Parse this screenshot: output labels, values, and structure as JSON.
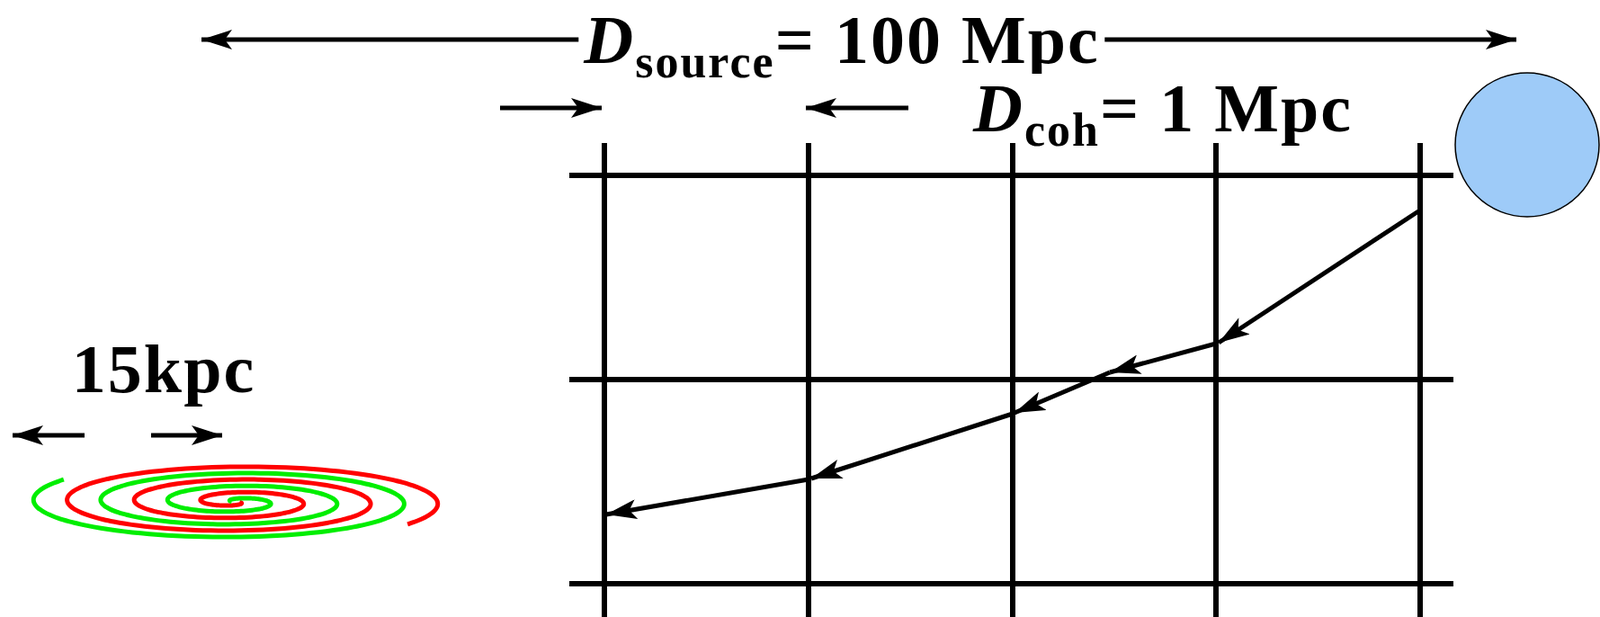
{
  "diagram": {
    "labels": [
      "D",
      "source",
      "= 100 Mpc",
      "D",
      "coh",
      "= 1 Mpc",
      "15kpc"
    ]
  }
}
